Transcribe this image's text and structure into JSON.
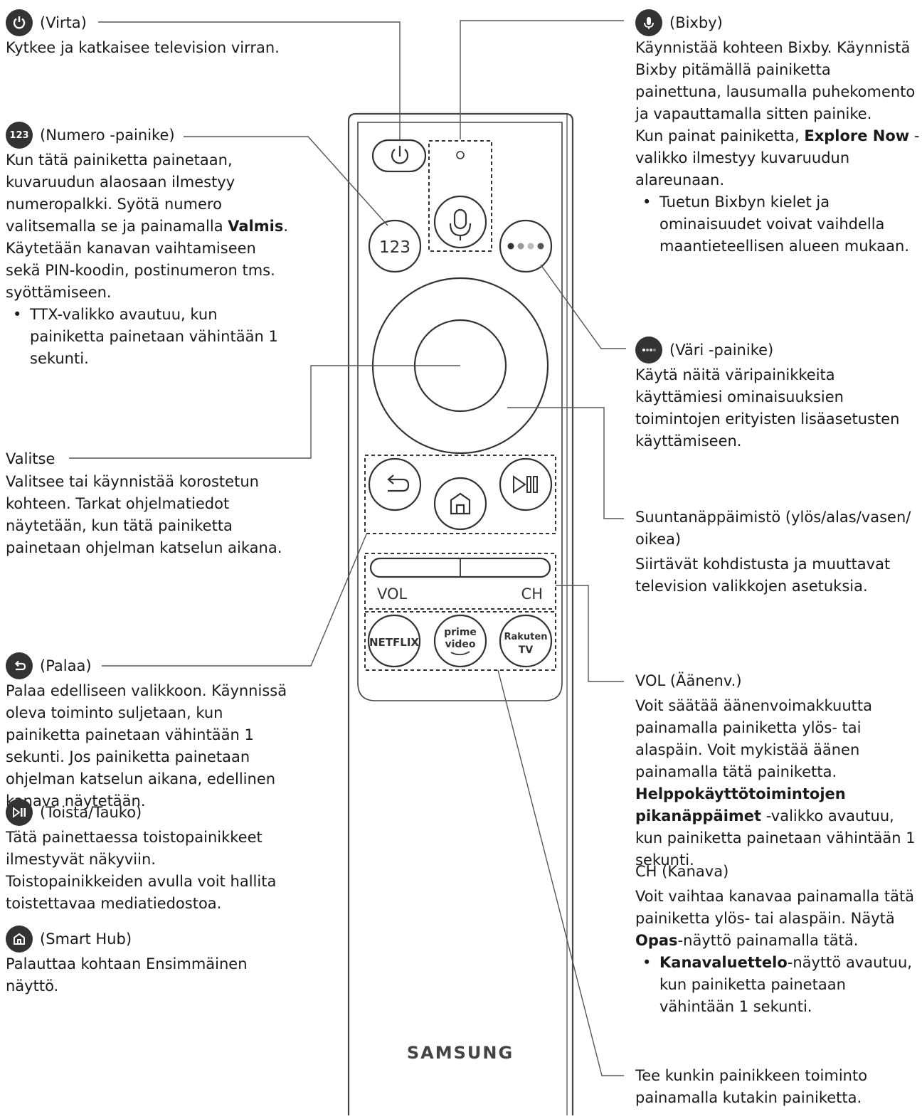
{
  "power": {
    "icon": "power-icon",
    "title": "(Virta)",
    "desc": "Kytkee ja katkaisee television virran."
  },
  "number": {
    "icon_text": "123",
    "title": "(Numero -painike)",
    "desc_a": "Kun tätä painiketta painetaan, kuvaruudun alaosaan ilmestyy numeropalkki. Syötä numero valitsemalla se ja painamalla ",
    "desc_bold": "Valmis",
    "desc_b": ". Käytetään kanavan vaihtamiseen sekä PIN-koodin, postinumeron tms. syöttämiseen.",
    "bullet": "TTX-valikko avautuu, kun painiketta painetaan vähintään 1 sekunti."
  },
  "select": {
    "title": "Valitse",
    "desc": "Valitsee tai käynnistää korostetun kohteen. Tarkat ohjelmatiedot näytetään, kun tätä painiketta painetaan ohjelman katselun aikana."
  },
  "back": {
    "icon": "return-icon",
    "title": "(Palaa)",
    "desc": "Palaa edelliseen valikkoon. Käynnissä oleva toiminto suljetaan, kun painiketta painetaan vähintään 1 sekunti. Jos painiketta painetaan ohjelman katselun aikana, edellinen kanava näytetään."
  },
  "playpause": {
    "icon": "play-pause-icon",
    "title": "(Toista/Tauko)",
    "desc": "Tätä painettaessa toistopainikkeet ilmestyvät näkyviin. Toistopainikkeiden avulla voit hallita toistettavaa mediatiedostoa."
  },
  "smarthub": {
    "icon": "home-icon",
    "title": "(Smart Hub)",
    "desc": "Palauttaa kohtaan Ensimmäinen näyttö."
  },
  "bixby": {
    "icon": "microphone-icon",
    "title": "(Bixby)",
    "desc": "Käynnistää kohteen Bixby. Käynnistä Bixby pitämällä painiketta painettuna, lausumalla puhekomento ja vapauttamalla sitten painike.",
    "desc2_a": "Kun painat painiketta, ",
    "desc2_bold": "Explore Now",
    "desc2_b": " -valikko ilmestyy kuvaruudun alareunaan.",
    "bullet": "Tuetun Bixbyn kielet ja ominaisuudet voivat vaihdella maantieteellisen alueen mukaan."
  },
  "color": {
    "icon": "color-dots-icon",
    "title": "(Väri -painike)",
    "desc": "Käytä näitä väripainikkeita käyttämiesi ominaisuuksien toimintojen erityisten lisäasetusten käyttämiseen."
  },
  "dpad": {
    "title": "Suuntanäppäimistö (ylös/alas/vasen/ oikea)",
    "desc": "Siirtävät kohdistusta ja muuttavat television valikkojen asetuksia."
  },
  "vol": {
    "title": "VOL (Äänenv.)",
    "desc_a": "Voit säätää äänenvoimakkuutta painamalla painiketta ylös- tai alaspäin. Voit mykistää äänen painamalla tätä painiketta. ",
    "desc_bold": "Helppokäyttötoimintojen pikanäppäimet",
    "desc_b": " -valikko avautuu, kun painiketta painetaan vähintään 1 sekunti."
  },
  "ch": {
    "title": "CH (Kanava)",
    "desc_a": "Voit vaihtaa kanavaa painamalla tätä painiketta ylös- tai alaspäin. Näytä ",
    "desc_bold": "Opas",
    "desc_b": "-näyttö painamalla tätä.",
    "bullet_bold": "Kanavaluettelo",
    "bullet_b": "-näyttö avautuu, kun painiketta painetaan vähintään 1 sekunti."
  },
  "apps": {
    "desc": "Tee kunkin painikkeen toiminto painamalla kutakin painiketta."
  },
  "remote": {
    "key_123": "123",
    "vol_label": "VOL",
    "ch_label": "CH",
    "netflix": "NETFLIX",
    "prime_1": "prime",
    "prime_2": "video",
    "rakuten_1": "Rakuten",
    "rakuten_2": "TV",
    "brand": "SAMSUNG"
  },
  "colors": {
    "icon_bg": "#333333",
    "line": "#555555",
    "text": "#1a1a1a"
  }
}
